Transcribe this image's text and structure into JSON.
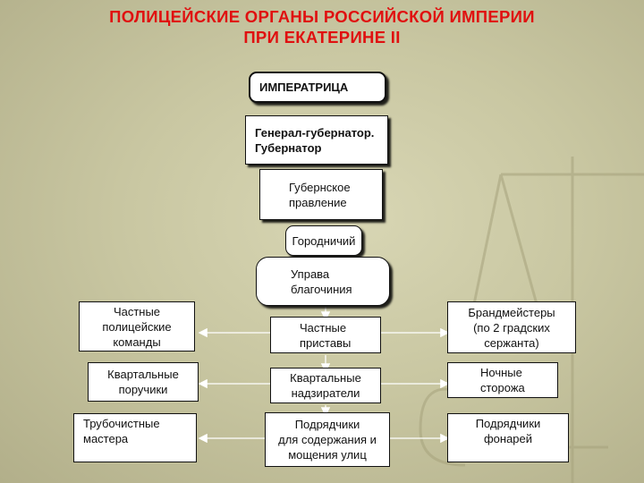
{
  "title": {
    "line1": "ПОЛИЦЕЙСКИЕ  ОРГАНЫ  РОССИЙСКОЙ  ИМПЕРИИ",
    "line2": "ПРИ  ЕКАТЕРИНЕ II"
  },
  "nodes": {
    "empress": [
      "ИМПЕРАТРИЦА"
    ],
    "governor": [
      "Генерал-губернатор.",
      "Губернатор"
    ],
    "provincial_board": [
      "Губернское",
      "правление"
    ],
    "gorodnichy": [
      "Городничий"
    ],
    "uprava": [
      "Управа",
      "благочиния"
    ],
    "private_police_teams": [
      "Частные",
      "полицейские",
      "команды"
    ],
    "private_bailiffs": [
      "Частные",
      "приставы"
    ],
    "fire_masters": [
      "Брандмейстеры",
      "(по 2 градских",
      "сержанта)"
    ],
    "quarter_officers": [
      "Квартальные",
      "поручики"
    ],
    "quarter_supervisors": [
      "Квартальные",
      "надзиратели"
    ],
    "night_watchmen": [
      "Ночные",
      "сторожа"
    ],
    "chimney_masters": [
      "Трубочистные",
      "мастера"
    ],
    "street_contractors": [
      "Подрядчики",
      "для содержания и",
      "мощения улиц"
    ],
    "lantern_contractors": [
      "Подрядчики",
      "фонарей"
    ]
  },
  "colors": {
    "title": "#e01010",
    "background": "#c9c7a2",
    "box_fill": "#ffffff",
    "box_border": "#111111",
    "connector": "#ffffff"
  }
}
